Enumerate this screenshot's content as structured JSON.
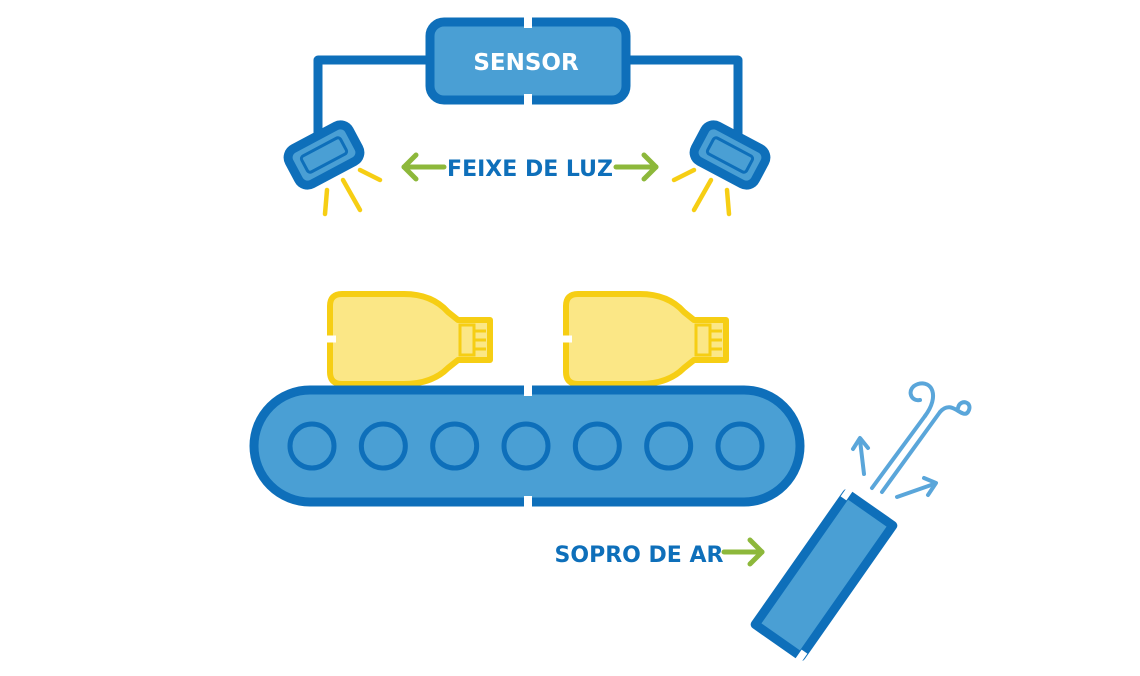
{
  "labels": {
    "sensor": "SENSOR",
    "light_beam": "FEIXE DE LUZ",
    "air_blow": "SOPRO DE AR"
  },
  "colors": {
    "dark_blue": "#0E6FBA",
    "light_blue": "#4A9FD4",
    "yellow": "#F6CE14",
    "pale_yellow": "#FBE786",
    "green": "#8DB83B",
    "air_blue": "#5AA6DA"
  },
  "icons": {
    "emitter": "light-emitter-icon",
    "bottle": "bottle-icon",
    "conveyor": "conveyor-belt-icon",
    "air_nozzle": "air-nozzle-icon",
    "air_flow": "air-flow-icon"
  },
  "conveyor": {
    "roller_count": 7
  },
  "bottles": [
    {
      "id": "bottle-1"
    },
    {
      "id": "bottle-2"
    }
  ]
}
